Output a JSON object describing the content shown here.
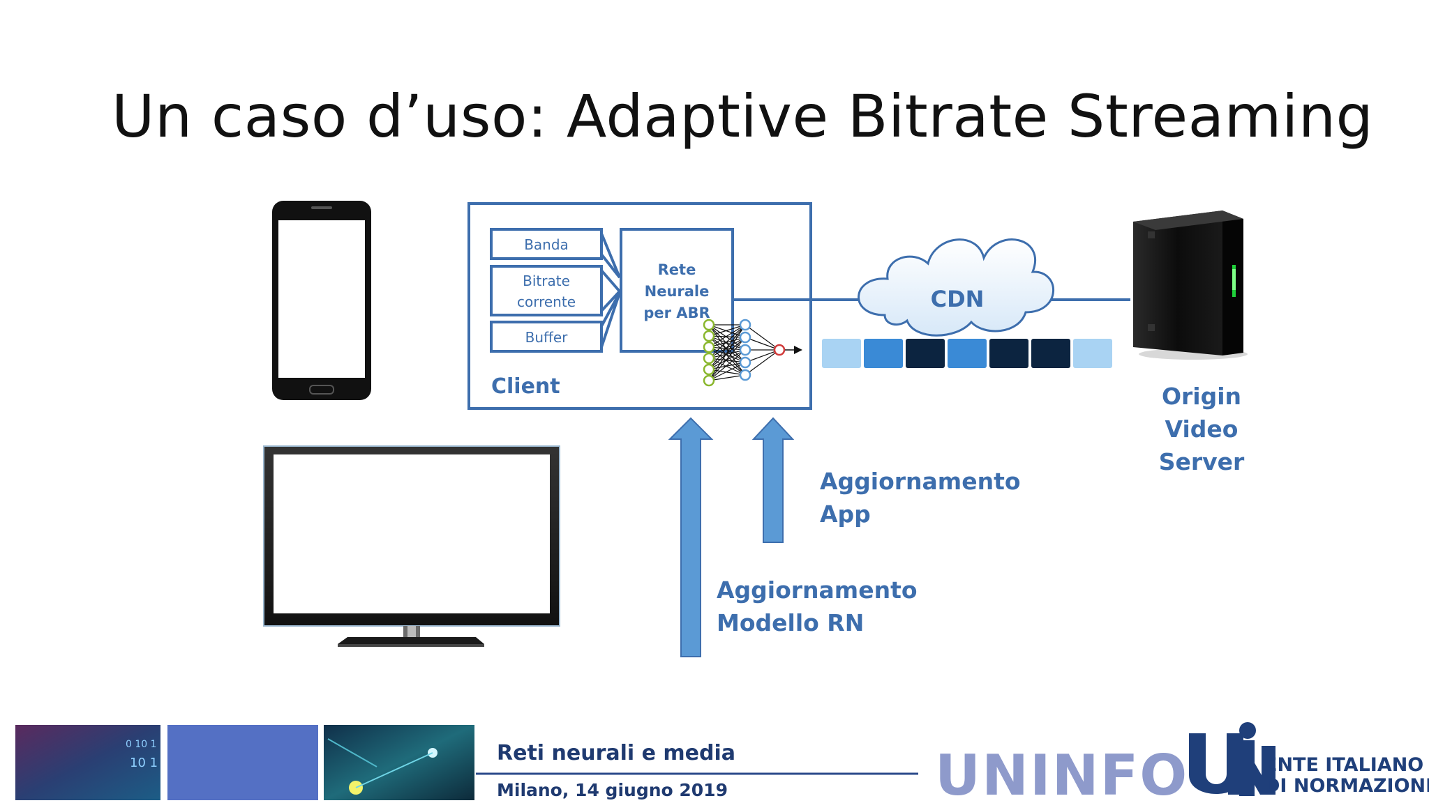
{
  "slide": {
    "title": "Un caso d’uso: Adaptive Bitrate Streaming"
  },
  "diagram": {
    "client_label": "Client",
    "inputs": {
      "banda": "Banda",
      "bitrate_line1": "Bitrate",
      "bitrate_line2": "corrente",
      "buffer": "Buffer"
    },
    "neural_net": {
      "line1": "Rete",
      "line2": "Neurale",
      "line3": "per ABR"
    },
    "cdn_label": "CDN",
    "origin": {
      "line1": "Origin",
      "line2": "Video",
      "line3": "Server"
    },
    "update_app": {
      "line1": "Aggiornamento",
      "line2": "App"
    },
    "update_model": {
      "line1": "Aggiornamento",
      "line2": "Modello RN"
    },
    "segments": [
      "#a9d3f3",
      "#3a8ad6",
      "#0c2440",
      "#3a8ad6",
      "#0c2440",
      "#0c2440",
      "#a9d3f3"
    ],
    "colors": {
      "accent_blue": "#3d6ead",
      "arrow_blue": "#5b9ad5",
      "neuron_green": "#8ab72e",
      "neuron_blue": "#5b9ad5",
      "neuron_red": "#d13a3a"
    }
  },
  "footer": {
    "event_title": "Reti neurali e media",
    "event_date": "Milano, 14 giugno 2019",
    "logo_uninfo": "UNINFO",
    "logo_uni_line1": "ENTE ITALIANO",
    "logo_uni_line2": "DI NORMAZIONE"
  }
}
